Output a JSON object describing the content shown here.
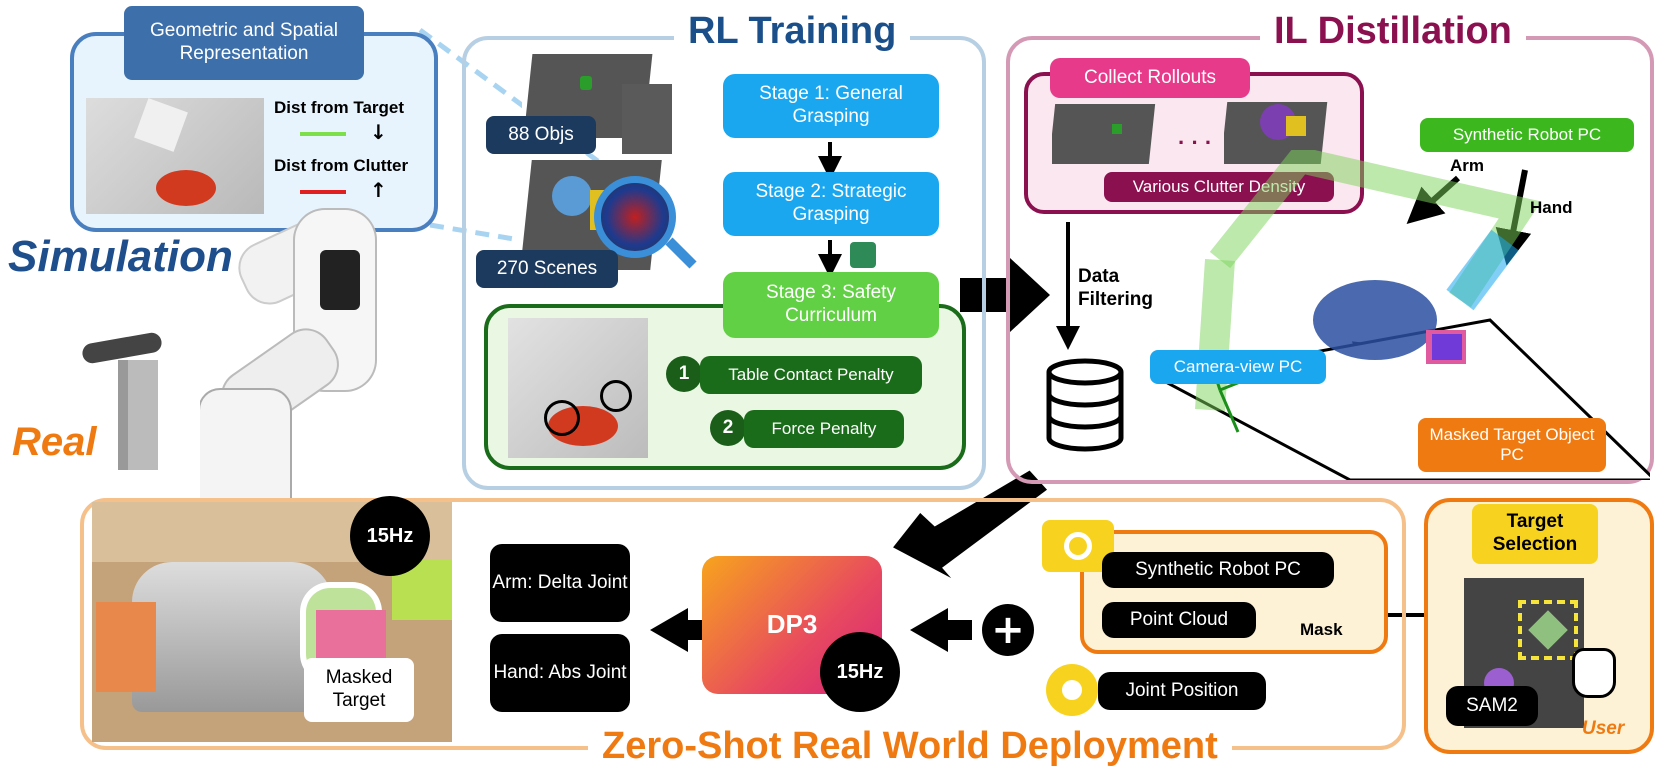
{
  "simulation": {
    "label": "Simulation",
    "repr_title": "Geometric and Spatial Representation",
    "dist_target": "Dist from Target",
    "dist_clutter": "Dist from Clutter"
  },
  "real": {
    "label": "Real",
    "freq": "15Hz",
    "masked_target": "Masked Target"
  },
  "rl_training": {
    "title": "RL Training",
    "objs": "88 Objs",
    "scenes": "270 Scenes",
    "stage1": "Stage 1: General Grasping",
    "stage2": "Stage 2: Strategic Grasping",
    "stage3": "Stage 3: Safety Curriculum",
    "penalty1_num": "1",
    "penalty1": "Table Contact Penalty",
    "penalty2_num": "2",
    "penalty2": "Force Penalty"
  },
  "il_distillation": {
    "title": "IL Distillation",
    "collect": "Collect Rollouts",
    "clutter_density": "Various Clutter Density",
    "data_filtering": "Data Filtering",
    "synthetic_pc": "Synthetic Robot PC",
    "arm": "Arm",
    "hand": "Hand",
    "camera_pc": "Camera-view PC",
    "masked_pc": "Masked Target Object PC"
  },
  "deployment": {
    "title": "Zero-Shot Real World Deployment",
    "arm_out": "Arm: Delta Joint",
    "hand_out": "Hand: Abs Joint",
    "dp3": "DP3",
    "dp3_freq": "15Hz",
    "synthetic_pc": "Synthetic Robot PC",
    "point_cloud": "Point Cloud",
    "mask": "Mask",
    "joint_position": "Joint Position",
    "target_selection": "Target Selection",
    "sam2": "SAM2",
    "user": "User"
  },
  "colors": {
    "sim_blue": "#1f4e8c",
    "rl_title": "#1b4f8a",
    "il_title": "#8b1050",
    "real_orange": "#f07a12",
    "stage_blue": "#1aa7f0",
    "stage_green": "#62d044",
    "dark_green": "#1a6b1a"
  }
}
